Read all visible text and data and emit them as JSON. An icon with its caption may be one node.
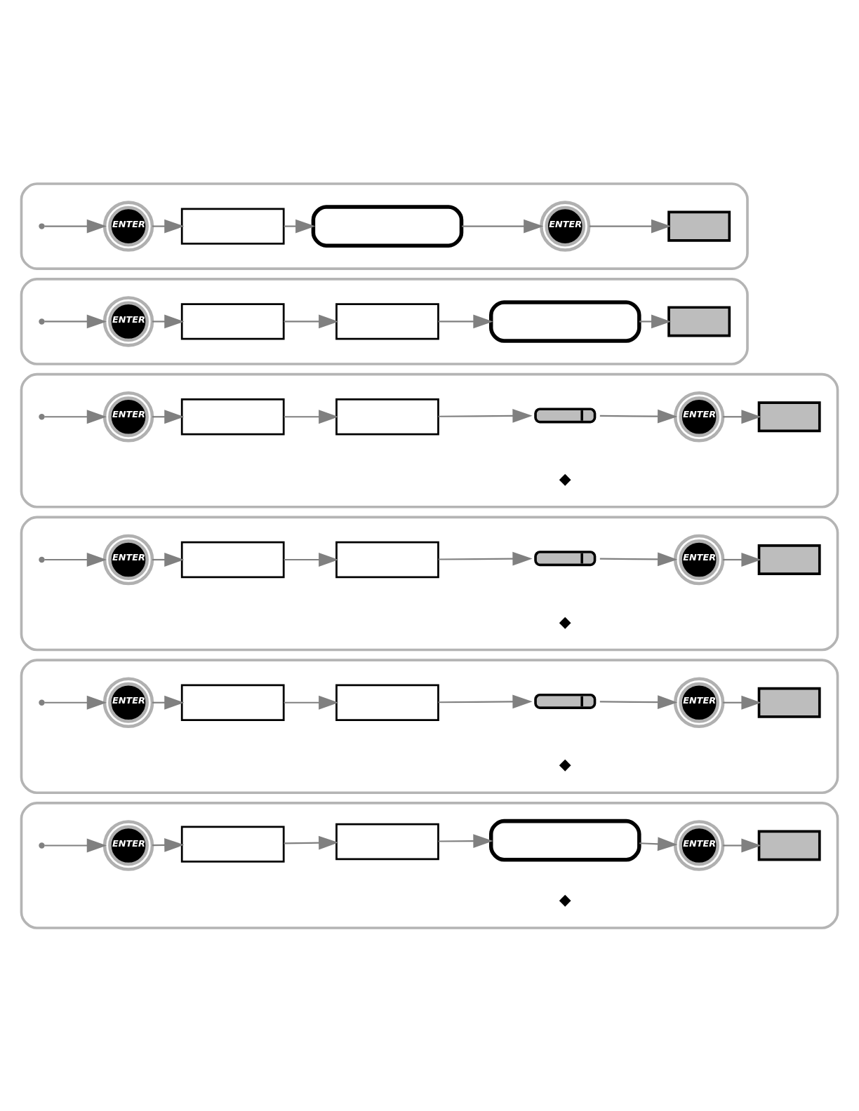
{
  "diagram": {
    "nodes": [
      {
        "text": [],
        "shape": "box"
      },
      {
        "text": [
          "ENTER"
        ],
        "in": 0
      },
      {
        "text": [],
        "shape": "box",
        "in": 0
      },
      {
        "text": [],
        "shape": "box",
        "in": 0
      },
      {
        "text": [
          "ENTER"
        ],
        "in": 0
      },
      {
        "text": [],
        "shape": "box",
        "in": 0
      },
      {
        "text": [],
        "shape": "box"
      },
      {
        "text": [
          "ENTER"
        ],
        "in": 6
      },
      {
        "text": [],
        "shape": "box",
        "in": 6
      },
      {
        "text": [],
        "shape": "box",
        "in": 6
      },
      {
        "text": [],
        "shape": "box",
        "in": 6
      },
      {
        "text": [],
        "shape": "box",
        "in": 6
      },
      {
        "text": [],
        "shape": "box"
      },
      {
        "text": [
          "ENTER"
        ],
        "in": 12
      },
      {
        "text": [],
        "shape": "box",
        "in": 12
      },
      {
        "text": [],
        "shape": "box",
        "in": 12
      },
      {
        "text": [],
        "shape": "bar",
        "in": 12,
        "beside": [
          "◆"
        ]
      },
      {
        "text": [
          "ENTER"
        ],
        "in": 12
      },
      {
        "text": [],
        "shape": "box",
        "in": 12
      },
      {
        "text": [],
        "shape": "box"
      },
      {
        "text": [
          "ENTER"
        ],
        "in": 19
      },
      {
        "text": [],
        "shape": "box",
        "in": 19
      },
      {
        "text": [],
        "shape": "box",
        "in": 19
      },
      {
        "text": [],
        "shape": "bar",
        "in": 19,
        "beside": [
          "◆"
        ]
      },
      {
        "text": [
          "ENTER"
        ],
        "in": 19
      },
      {
        "text": [],
        "shape": "box",
        "in": 19
      },
      {
        "text": [],
        "shape": "box"
      },
      {
        "text": [
          "ENTER"
        ],
        "in": 26
      },
      {
        "text": [],
        "shape": "box",
        "in": 26
      },
      {
        "text": [],
        "shape": "box",
        "in": 26
      },
      {
        "text": [],
        "shape": "bar",
        "in": 26,
        "beside": [
          "◆"
        ]
      },
      {
        "text": [
          "ENTER"
        ],
        "in": 26
      },
      {
        "text": [],
        "shape": "box",
        "in": 26
      },
      {
        "text": [],
        "shape": "box"
      },
      {
        "text": [
          "ENTER"
        ],
        "in": 33
      },
      {
        "text": [],
        "shape": "box",
        "in": 33
      },
      {
        "text": [],
        "shape": "box",
        "in": 33
      },
      {
        "text": [],
        "shape": "box",
        "in": 33,
        "beside": [
          "◆"
        ]
      },
      {
        "text": [
          "ENTER"
        ],
        "in": 33
      },
      {
        "text": [],
        "shape": "box",
        "in": 33
      }
    ],
    "edges": [
      {
        "from": null,
        "to": 1,
        "arrow": "to"
      },
      {
        "from": 1,
        "to": 2,
        "arrow": "to"
      },
      {
        "from": 2,
        "to": 3,
        "arrow": "to"
      },
      {
        "from": 3,
        "to": 4,
        "arrow": "to"
      },
      {
        "from": 4,
        "to": 5,
        "arrow": "to"
      },
      {
        "from": null,
        "to": 7,
        "arrow": "to"
      },
      {
        "from": 7,
        "to": 8,
        "arrow": "to"
      },
      {
        "from": 8,
        "to": 9,
        "arrow": "to"
      },
      {
        "from": 9,
        "to": 10,
        "arrow": "to"
      },
      {
        "from": 10,
        "to": 11,
        "arrow": "to"
      },
      {
        "from": null,
        "to": 13,
        "arrow": "to"
      },
      {
        "from": 13,
        "to": 14,
        "arrow": "to"
      },
      {
        "from": 14,
        "to": 15,
        "arrow": "to"
      },
      {
        "from": 15,
        "to": 16,
        "arrow": "to"
      },
      {
        "from": 16,
        "to": 17,
        "arrow": "to"
      },
      {
        "from": 17,
        "to": 18,
        "arrow": "to"
      },
      {
        "from": null,
        "to": 20,
        "arrow": "to"
      },
      {
        "from": 20,
        "to": 21,
        "arrow": "to"
      },
      {
        "from": 21,
        "to": 22,
        "arrow": "to"
      },
      {
        "from": 22,
        "to": 23,
        "arrow": "to"
      },
      {
        "from": 23,
        "to": 24,
        "arrow": "to"
      },
      {
        "from": 24,
        "to": 25,
        "arrow": "to"
      },
      {
        "from": null,
        "to": 27,
        "arrow": "to"
      },
      {
        "from": 27,
        "to": 28,
        "arrow": "to"
      },
      {
        "from": 28,
        "to": 29,
        "arrow": "to"
      },
      {
        "from": 29,
        "to": 30,
        "arrow": "to"
      },
      {
        "from": 30,
        "to": 31,
        "arrow": "to"
      },
      {
        "from": 31,
        "to": 32,
        "arrow": "to"
      },
      {
        "from": null,
        "to": 34,
        "arrow": "to"
      },
      {
        "from": 34,
        "to": 35,
        "arrow": "to"
      },
      {
        "from": 35,
        "to": 36,
        "arrow": "to"
      },
      {
        "from": 36,
        "to": 37,
        "arrow": "to"
      },
      {
        "from": 37,
        "to": 38,
        "arrow": "to"
      },
      {
        "from": 38,
        "to": 39,
        "arrow": "to"
      }
    ]
  }
}
